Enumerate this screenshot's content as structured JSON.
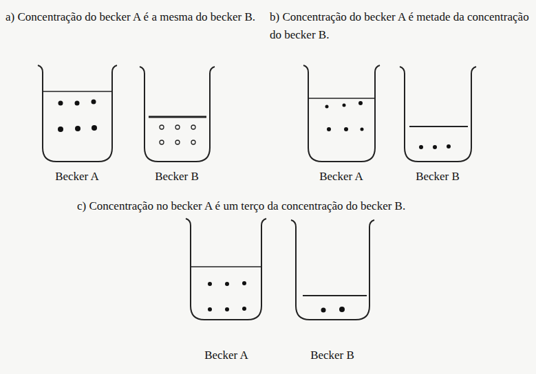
{
  "diagram": {
    "labels": [
      "a) Concentração do becker A é a mesma do becker B.",
      "Becker A",
      "Becker B",
      "b) Concentração do becker A é metade da concentração do becker B.",
      "Becker A",
      "Becker B",
      "c) Concentração no becker A é um terço da concentração do becker B.",
      "Becker A",
      "Becker B"
    ]
  }
}
